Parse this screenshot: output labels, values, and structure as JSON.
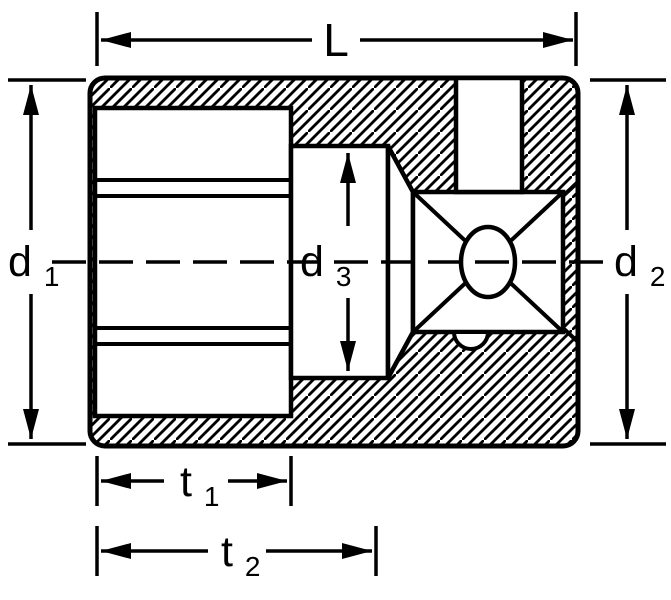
{
  "colors": {
    "line": "#000000",
    "background": "#ffffff"
  },
  "dimensions": {
    "length": {
      "label": "L"
    },
    "d1": {
      "base": "d",
      "sub": "1"
    },
    "d2": {
      "base": "d",
      "sub": "2"
    },
    "d3": {
      "base": "d",
      "sub": "3"
    },
    "t1": {
      "base": "t",
      "sub": "1"
    },
    "t2": {
      "base": "t",
      "sub": "2"
    }
  }
}
